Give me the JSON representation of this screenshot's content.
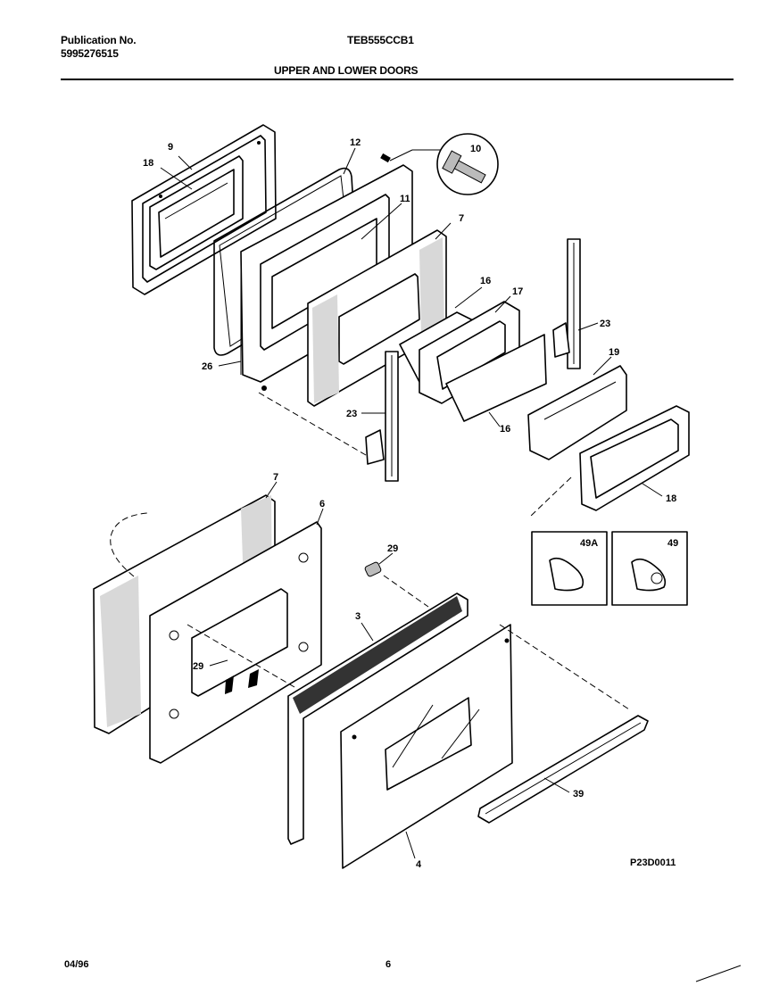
{
  "header": {
    "publication_label": "Publication No.",
    "publication_number": "5995276515",
    "model": "TEB555CCB1",
    "section_title": "UPPER AND LOWER DOORS"
  },
  "callouts": {
    "p9": "9",
    "p18a": "18",
    "p12": "12",
    "p10": "10",
    "p11": "11",
    "p7a": "7",
    "p16a": "16",
    "p17": "17",
    "p23a": "23",
    "p19": "19",
    "p26": "26",
    "p23b": "23",
    "p16b": "16",
    "p18b": "18",
    "p7b": "7",
    "p6": "6",
    "p29a": "29",
    "p49a": "49A",
    "p49": "49",
    "p3": "3",
    "p29b": "29",
    "p39": "39",
    "p4": "4"
  },
  "drawing_code": "P23D0011",
  "footer": {
    "date": "04/96",
    "page": "6"
  }
}
